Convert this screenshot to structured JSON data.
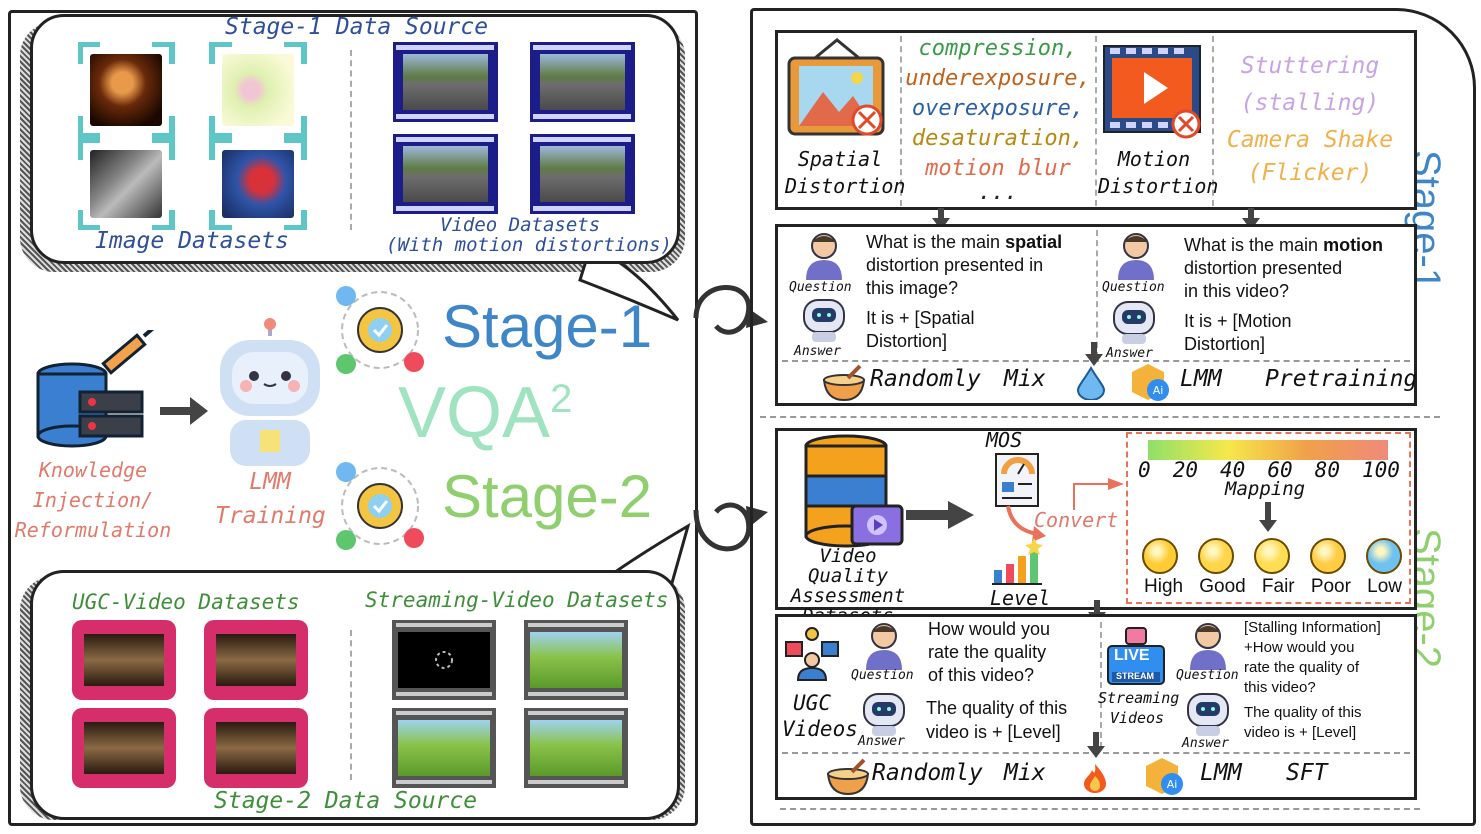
{
  "center": {
    "title": "VQA",
    "title_sup": "2",
    "stage1": "Stage-1",
    "stage2": "Stage-2"
  },
  "stage1_source": {
    "title": "Stage-1 Data Source",
    "image_label": "Image Datasets",
    "video_label_1": "Video Datasets",
    "video_label_2": "(With motion distortions)"
  },
  "stage2_source": {
    "title": "Stage-2 Data Source",
    "ugc_label": "UGC-Video Datasets",
    "streaming_label": "Streaming-Video Datasets"
  },
  "pipeline": {
    "knowledge": "Knowledge\nInjection/\nReformulation",
    "lmm_training": "LMM\nTraining"
  },
  "right": {
    "stage1_side": "Stage-1",
    "stage2_side": "Stage-2",
    "spatial_label": "Spatial\nDistortion",
    "spatial_types": [
      "compression,",
      "underexposure,",
      "overexposure,",
      "desaturation,",
      "motion blur",
      "..."
    ],
    "spatial_colors": [
      "#3a9a48",
      "#c0621b",
      "#2b5fa6",
      "#b58a12",
      "#e06a4a",
      "#222222"
    ],
    "motion_label": "Motion\nDistortion",
    "motion_types": [
      "Stuttering",
      "(stalling)",
      "Camera Shake",
      "(Flicker)"
    ],
    "motion_colors": [
      "#c7a4e6",
      "#c7a4e6",
      "#f0b04a",
      "#f0b04a"
    ],
    "qa1": {
      "q_pre": "What is the main ",
      "q_bold": "spatial",
      "q_post": "\ndistortion presented in\nthis image?",
      "a": "It is + [Spatial\nDistortion]"
    },
    "qa2": {
      "q_pre": "What is the main ",
      "q_bold": "motion",
      "q_post": "\ndistortion presented\nin this video?",
      "a": "It is + [Motion\nDistortion]"
    },
    "question_label": "Question",
    "answer_label": "Answer",
    "mix1": {
      "randomly": "Randomly",
      "mix": "Mix",
      "lmm": "LMM",
      "stage": "Pretraining"
    },
    "vqa_db_label": "Video Quality\nAssessment\nDatasets",
    "mos": "MOS",
    "convert": "Convert",
    "level": "Level",
    "scale_ticks": [
      "0",
      "20",
      "40",
      "60",
      "80",
      "100"
    ],
    "mapping": "Mapping",
    "levels": [
      "High",
      "Good",
      "Fair",
      "Poor",
      "Low"
    ],
    "level_colors": [
      "#ffcc33",
      "#ffd54a",
      "#ffdd55",
      "#ffcc44",
      "#6ec1f0"
    ],
    "ugc_videos": "UGC\nVideos",
    "streaming_videos": "Streaming\nVideos",
    "live": "LIVE",
    "stream": "STREAM",
    "qa3": {
      "q": "How would you\nrate the quality\nof this video?",
      "a": "The quality of this\nvideo is + [Level]"
    },
    "qa4": {
      "q": "[Stalling Information]\n+How would you\nrate the quality of\nthis video?",
      "a": "The quality of this\nvideo is + [Level]"
    },
    "mix2": {
      "randomly": "Randomly",
      "mix": "Mix",
      "lmm": "LMM",
      "stage": "SFT"
    }
  },
  "colors": {
    "stage1": "#3f86c9",
    "stage2": "#8fcf6e",
    "vqa": "#9fe3c0",
    "pink": "#e07a6a",
    "blue_text": "#2f4f9a",
    "green_text": "#3f8f3a"
  }
}
